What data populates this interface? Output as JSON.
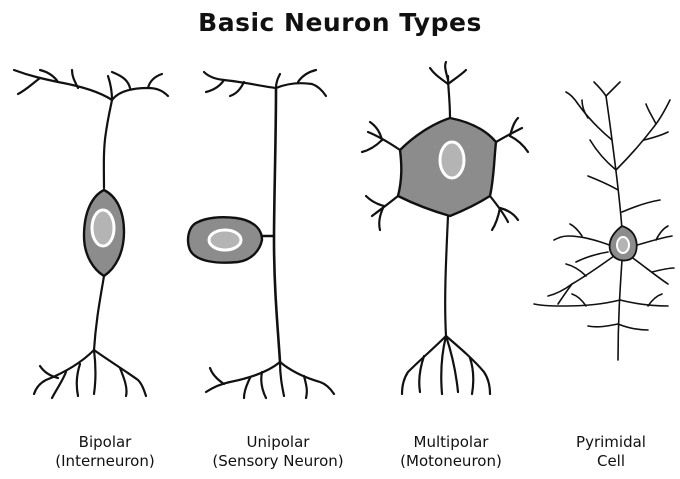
{
  "title": "Basic Neuron Types",
  "colors": {
    "ink": "#111111",
    "soma": "#8c8c8c",
    "nucleus": "#b4b4b4",
    "nucleus_ring": "#ffffff"
  },
  "neurons": [
    {
      "line1": "Bipolar",
      "line2": "(Interneuron)"
    },
    {
      "line1": "Unipolar",
      "line2": "(Sensory Neuron)"
    },
    {
      "line1": "Multipolar",
      "line2": "(Motoneuron)"
    },
    {
      "line1": "Pyrimidal",
      "line2": "Cell"
    }
  ]
}
